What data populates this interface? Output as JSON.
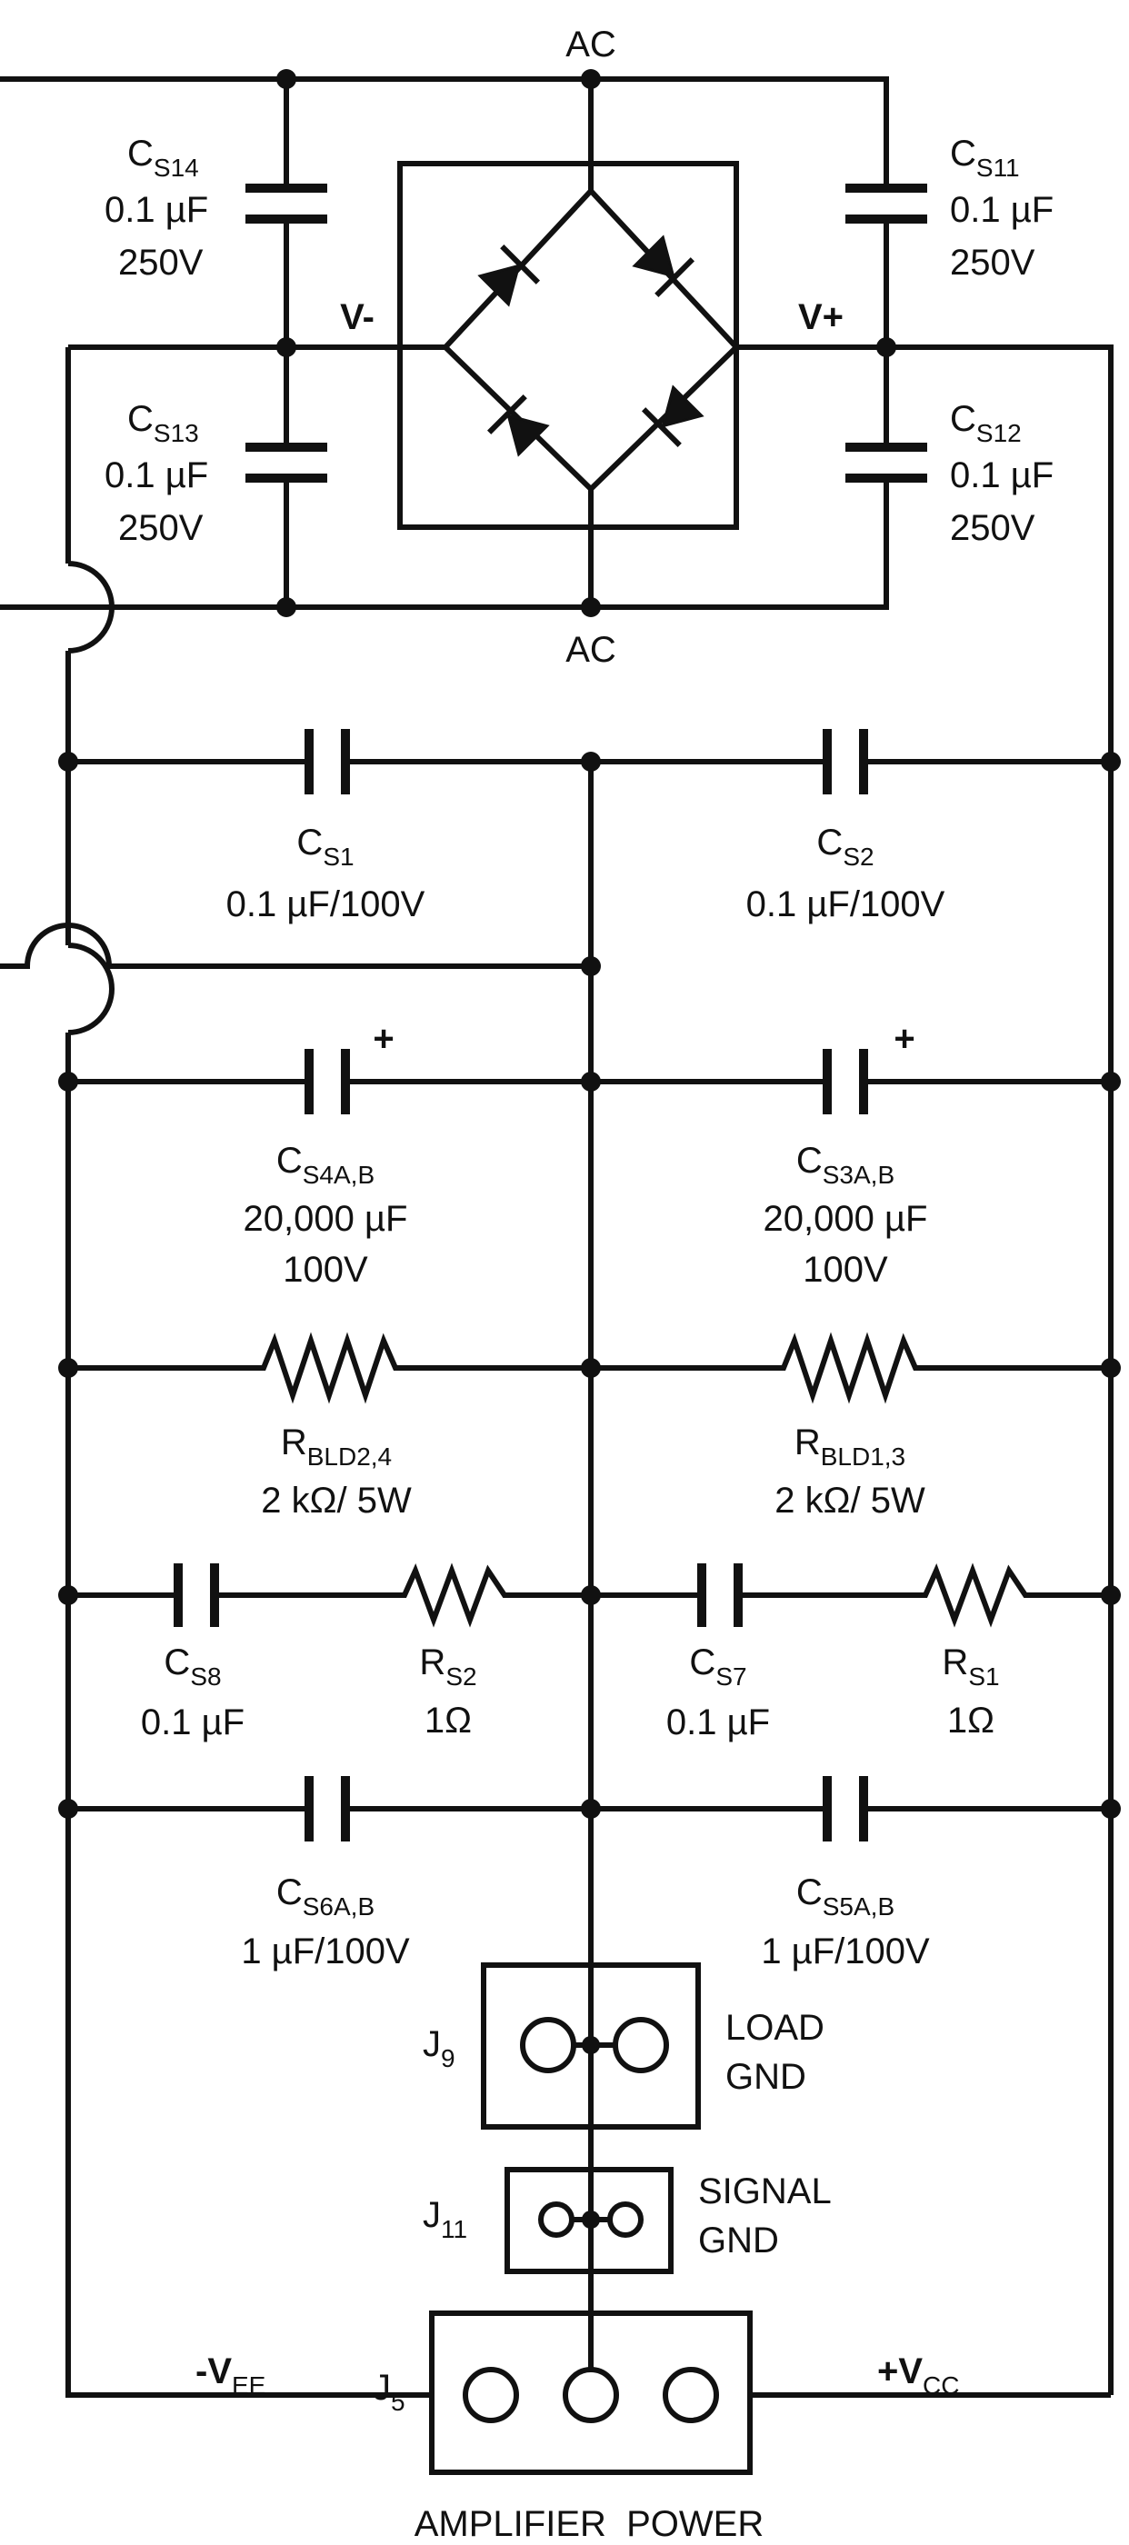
{
  "bridge": {
    "ac_top": "AC",
    "ac_bottom": "AC",
    "v_minus": "V-",
    "v_plus": "V+"
  },
  "components": {
    "cs14": {
      "main": "C",
      "sub": "S14",
      "value": "0.1 µF",
      "rating": "250V"
    },
    "cs11": {
      "main": "C",
      "sub": "S11",
      "value": "0.1 µF",
      "rating": "250V"
    },
    "cs13": {
      "main": "C",
      "sub": "S13",
      "value": "0.1 µF",
      "rating": "250V"
    },
    "cs12": {
      "main": "C",
      "sub": "S12",
      "value": "0.1 µF",
      "rating": "250V"
    },
    "cs1": {
      "main": "C",
      "sub": "S1",
      "value": "0.1 µF/100V"
    },
    "cs2": {
      "main": "C",
      "sub": "S2",
      "value": "0.1 µF/100V"
    },
    "cs4": {
      "main": "C",
      "sub": "S4A,B",
      "value": "20,000 µF",
      "rating": "100V"
    },
    "cs3": {
      "main": "C",
      "sub": "S3A,B",
      "value": "20,000 µF",
      "rating": "100V"
    },
    "rbld24": {
      "main": "R",
      "sub": "BLD2,4",
      "value": "2 kΩ/ 5W"
    },
    "rbld13": {
      "main": "R",
      "sub": "BLD1,3",
      "value": "2 kΩ/ 5W"
    },
    "cs8": {
      "main": "C",
      "sub": "S8",
      "value": "0.1 µF"
    },
    "rs2": {
      "main": "R",
      "sub": "S2",
      "value": "1Ω"
    },
    "cs7": {
      "main": "C",
      "sub": "S7",
      "value": "0.1 µF"
    },
    "rs1": {
      "main": "R",
      "sub": "S1",
      "value": "1Ω"
    },
    "cs6": {
      "main": "C",
      "sub": "S6A,B",
      "value": "1 µF/100V"
    },
    "cs5": {
      "main": "C",
      "sub": "S5A,B",
      "value": "1 µF/100V"
    }
  },
  "polarity_mark": "+",
  "connectors": {
    "j9": {
      "main": "J",
      "sub": "9",
      "label_line1": "LOAD",
      "label_line2": "GND"
    },
    "j11": {
      "main": "J",
      "sub": "11",
      "label_line1": "SIGNAL",
      "label_line2": "GND"
    },
    "j5": {
      "main": "J",
      "sub": "5",
      "caption": "AMPLIFIER  POWER"
    }
  },
  "rails": {
    "vee": {
      "prefix": "-V",
      "sub": "EE"
    },
    "vcc": {
      "prefix": "+V",
      "sub": "CC"
    }
  }
}
